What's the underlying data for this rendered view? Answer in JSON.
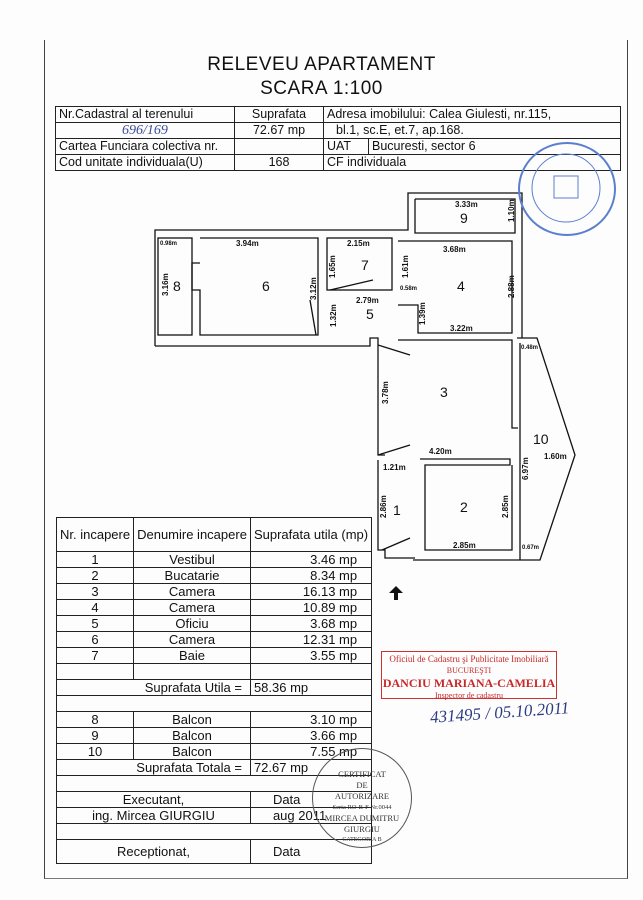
{
  "title": "RELEVEU APARTAMENT",
  "scale": "SCARA 1:100",
  "header": {
    "cadastral_label": "Nr.Cadastral al terenului",
    "cadastral_value": "696/169",
    "surface_label": "Suprafata",
    "surface_value": "72.67 mp",
    "address_line1": "Adresa imobilului: Calea Giulesti, nr.115,",
    "address_line2": "bl.1, sc.E, et.7, ap.168.",
    "carte_label": "Cartea Funciara colectiva nr.",
    "uat_label": "UAT",
    "uat_value": "Bucuresti, sector 6",
    "cod_label": "Cod unitate individuala(U)",
    "cod_value": "168",
    "cf_label": "CF individuala"
  },
  "plan": {
    "rooms": [
      "1",
      "2",
      "3",
      "4",
      "5",
      "6",
      "7",
      "8",
      "9",
      "10"
    ],
    "dims": [
      "3.33m",
      "1.10m",
      "0.98m",
      "3.94m",
      "2.15m",
      "3.68m",
      "1.65m",
      "1.61m",
      "3.16m",
      "3.12m",
      "0.58m",
      "2.88m",
      "2.79m",
      "1.32m",
      "1.39m",
      "3.22m",
      "0.48m",
      "3.78m",
      "4.20m",
      "1.60m",
      "6.97m",
      "1.21m",
      "2.86m",
      "2.85m",
      "2.85m",
      "0.67m"
    ]
  },
  "room_table": {
    "headers": [
      "Nr. incapere",
      "Denumire incapere",
      "Suprafata utila (mp)"
    ],
    "rows": [
      {
        "nr": "1",
        "name": "Vestibul",
        "area": "3.46 mp"
      },
      {
        "nr": "2",
        "name": "Bucatarie",
        "area": "8.34 mp"
      },
      {
        "nr": "3",
        "name": "Camera",
        "area": "16.13 mp"
      },
      {
        "nr": "4",
        "name": "Camera",
        "area": "10.89 mp"
      },
      {
        "nr": "5",
        "name": "Oficiu",
        "area": "3.68 mp"
      },
      {
        "nr": "6",
        "name": "Camera",
        "area": "12.31 mp"
      },
      {
        "nr": "7",
        "name": "Baie",
        "area": "3.55 mp"
      }
    ],
    "util_label": "Suprafata Utila =",
    "util_value": "58.36 mp",
    "balcony_rows": [
      {
        "nr": "8",
        "name": "Balcon",
        "area": "3.10 mp"
      },
      {
        "nr": "9",
        "name": "Balcon",
        "area": "3.66 mp"
      },
      {
        "nr": "10",
        "name": "Balcon",
        "area": "7.55 mp"
      }
    ],
    "total_label": "Suprafata Totala =",
    "total_value": "72.67 mp",
    "executant_label": "Executant,",
    "executant_name": "ing. Mircea  GIURGIU",
    "data_label": "Data",
    "data_value": "aug 2011",
    "receptionat_label": "Receptionat,",
    "data_label2": "Data"
  },
  "red_stamp": {
    "line1": "Oficiul de Cadastru şi Publicitate Imobiliară",
    "line2": "BUCUREŞTI",
    "line3": "DANCIU MARIANA-CAMELIA",
    "line4": "Inspector de cadastru"
  },
  "handwritten_number": "431495 / 05.10.2011",
  "cert_stamp": {
    "l1": "CERTIFICAT",
    "l2": "DE",
    "l3": "AUTORIZARE",
    "l4": "Seria RO-B-F Nr.0044",
    "l5": "MIRCEA DUMITRU",
    "l6": "GIURGIU",
    "l7": "CATEGORIA B"
  },
  "colors": {
    "red_stamp": "#c82828",
    "blue_stamp": "#5b7fcf",
    "ink": "#2c3b80"
  }
}
